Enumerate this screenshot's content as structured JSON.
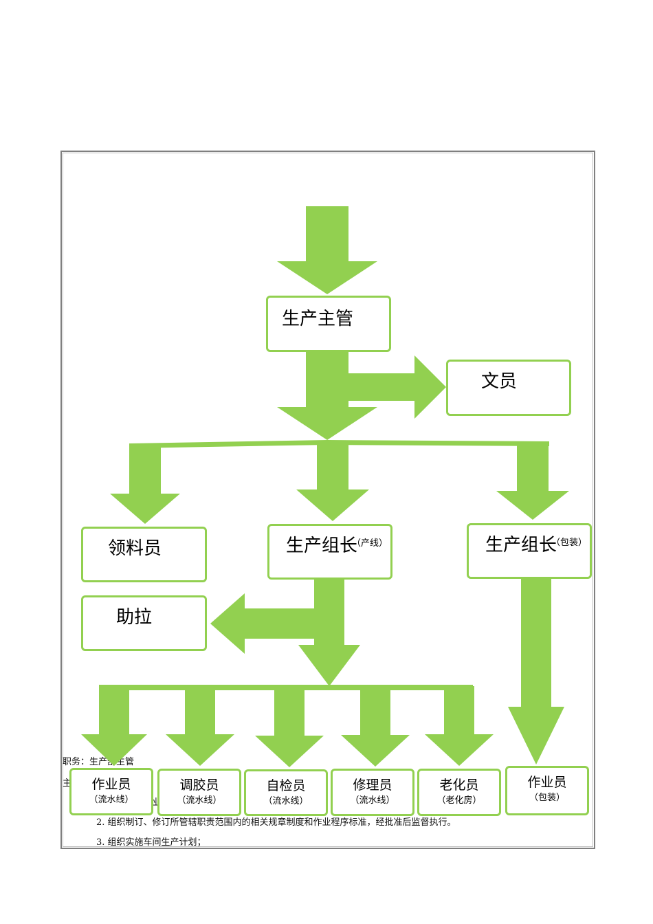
{
  "diagram": {
    "top_manager": "生产主管",
    "clerk": "文员",
    "material_clerk": "领料员",
    "assistant": "助拉",
    "leader_line": {
      "label": "生产组长",
      "note": "（产线）"
    },
    "leader_pack": {
      "label": "生产组长",
      "note": "（包装）"
    },
    "workers": [
      {
        "label": "作业员",
        "note": "（流水线）"
      },
      {
        "label": "调胶员",
        "note": "（流水线）"
      },
      {
        "label": "自检员",
        "note": "（流水线）"
      },
      {
        "label": "修理员",
        "note": "（流水线）"
      },
      {
        "label": "老化员",
        "note": "（老化房）"
      },
      {
        "label": "作业员",
        "note": "（包装）"
      }
    ],
    "arrow_color": "#92d050"
  },
  "document": {
    "position_line": "职务：生产部主管",
    "main_prefix": "主",
    "item_1_fragment": "业",
    "item_2": "2. 组织制订、修订所管辖职责范围内的相关规章制度和作业程序标准，经批准后监督执行。",
    "item_3": "3. 组织实施车间生产计划；"
  }
}
